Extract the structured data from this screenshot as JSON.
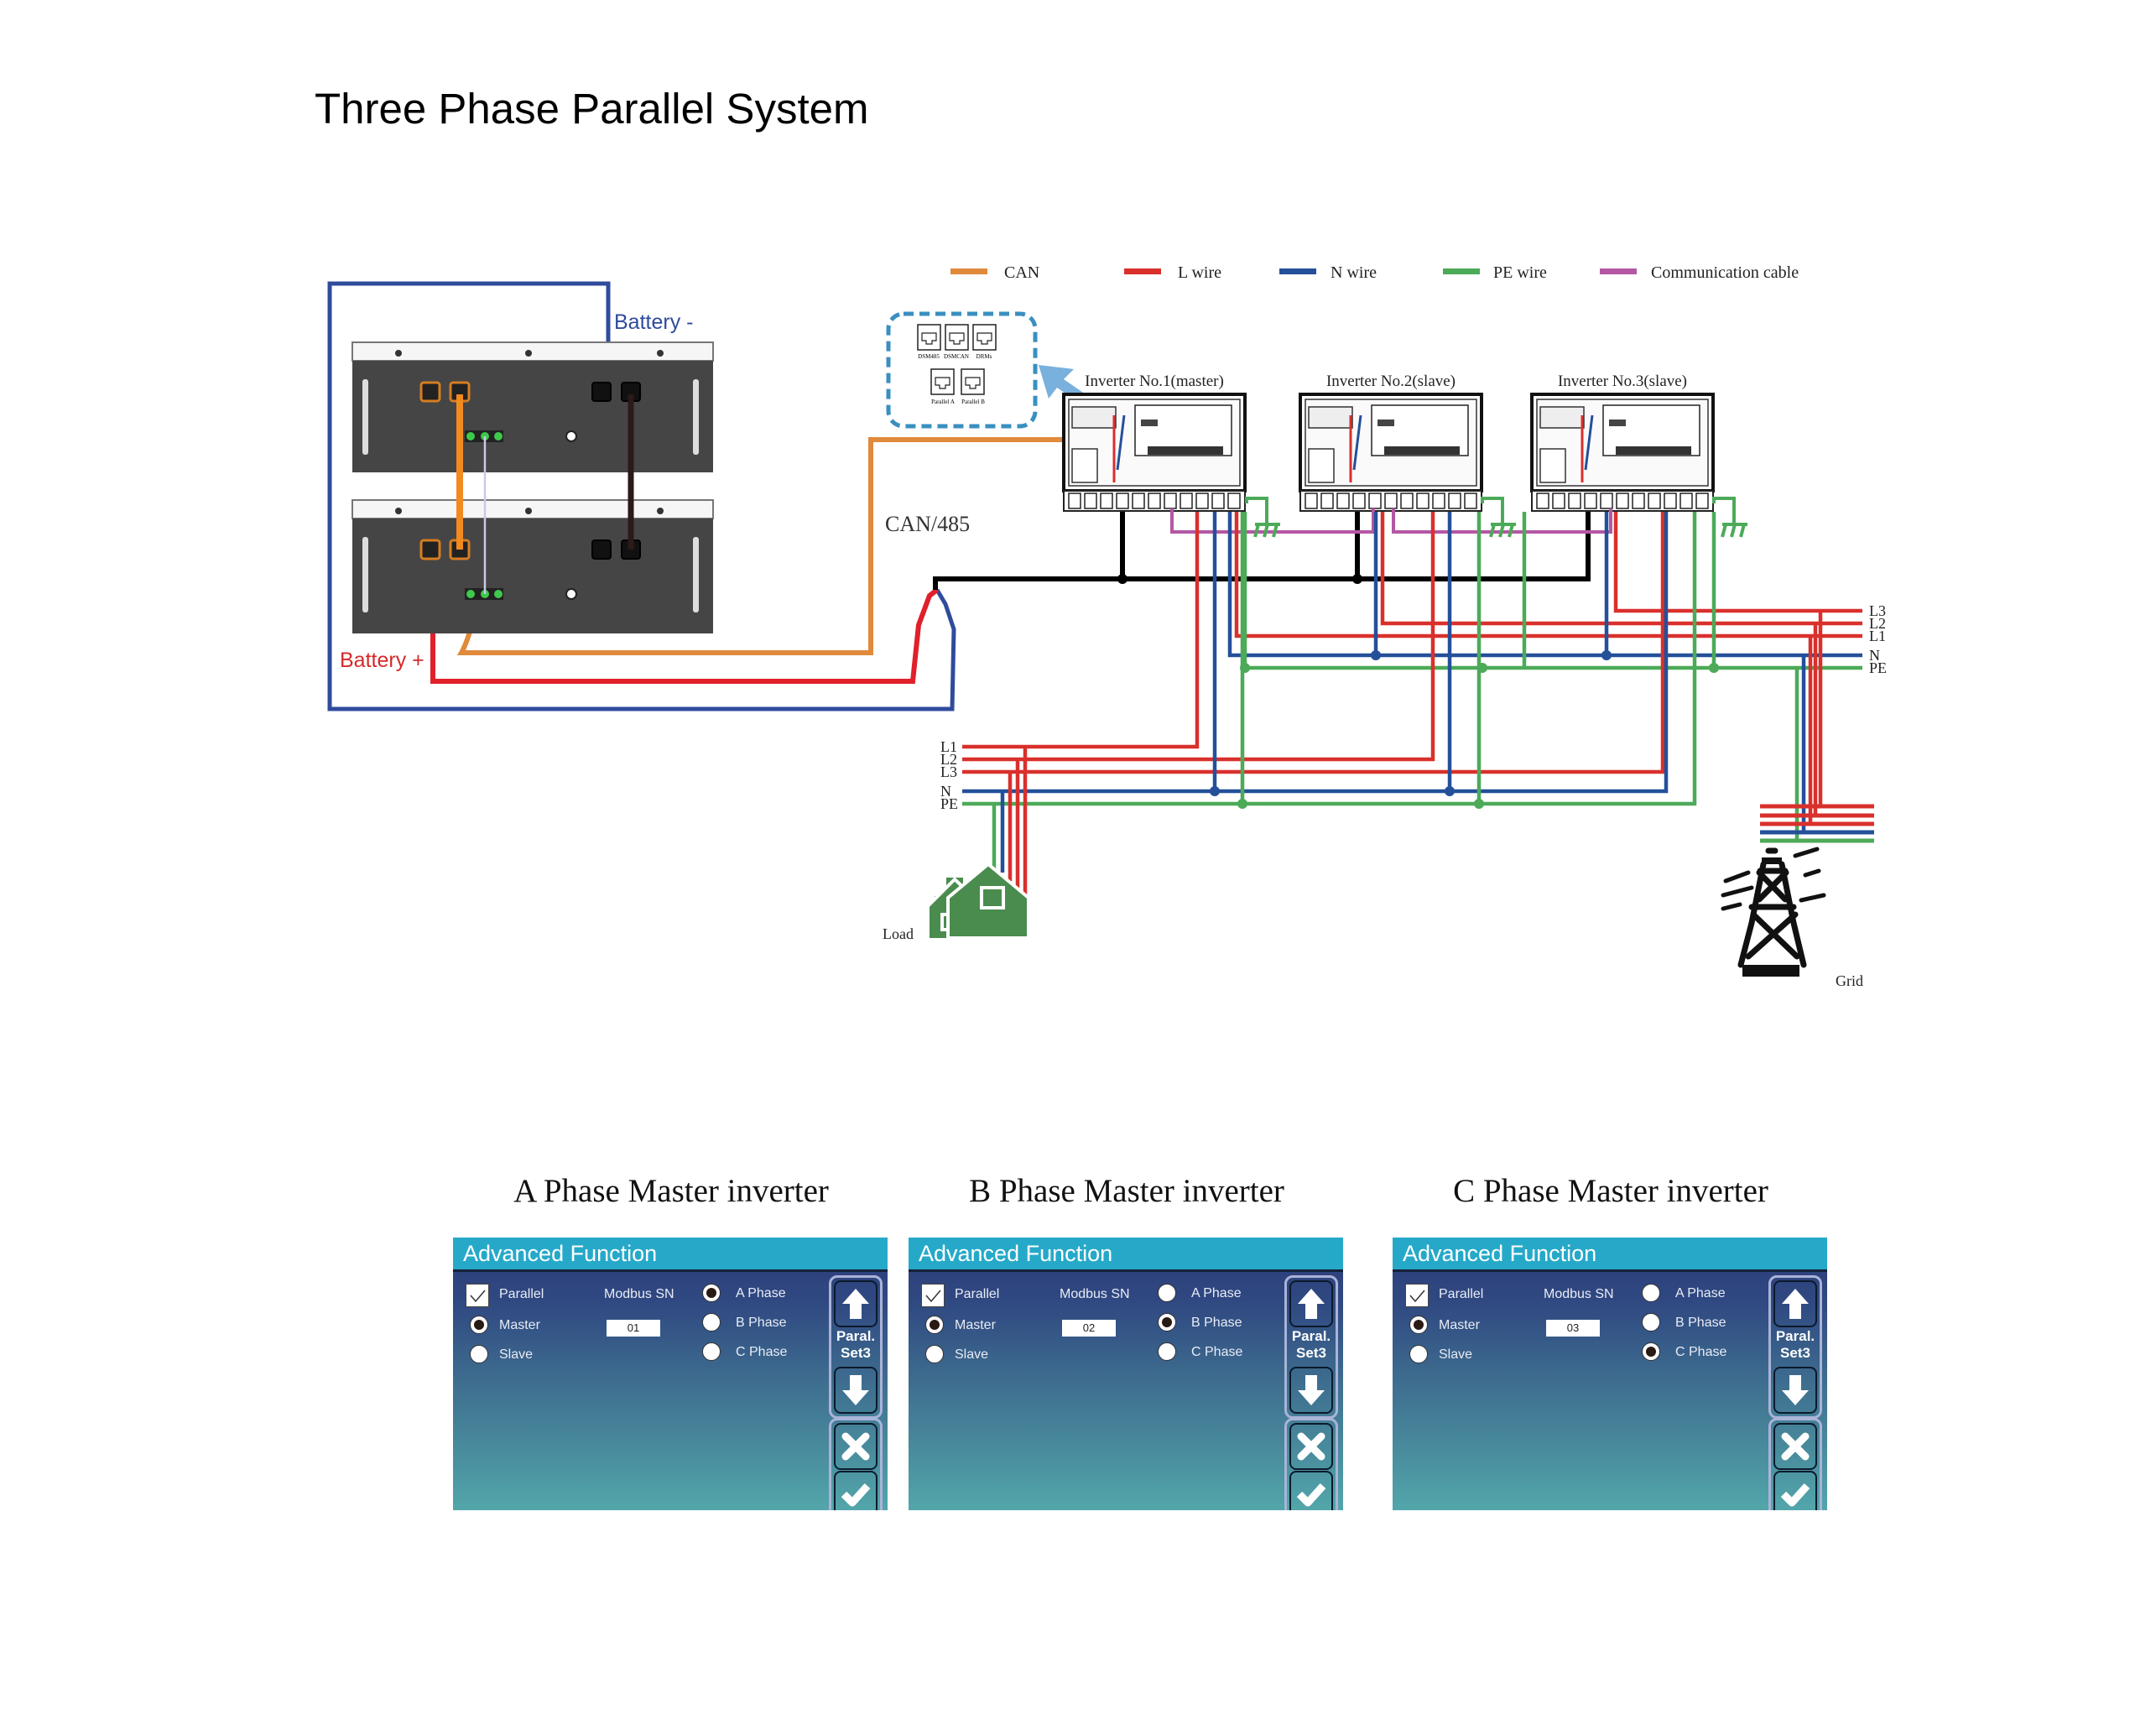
{
  "title": "Three Phase Parallel System",
  "legend": [
    {
      "label": "CAN",
      "color": "#e08a3c"
    },
    {
      "label": "L wire",
      "color": "#d9302c"
    },
    {
      "label": "N wire",
      "color": "#24509a"
    },
    {
      "label": "PE wire",
      "color": "#4caa58"
    },
    {
      "label": "Communication cable",
      "color": "#b457a4"
    }
  ],
  "battery": {
    "negative_label": "Battery -",
    "positive_label": "Battery +"
  },
  "comm_port_box": {
    "ports_top": [
      "DSM485",
      "DSMCAN",
      "DRMs"
    ],
    "ports_bottom": [
      "Parallel A",
      "Parallel B"
    ]
  },
  "can_label": "CAN/485",
  "inverters": [
    {
      "label": "Inverter No.1(master)"
    },
    {
      "label": "Inverter No.2(slave)"
    },
    {
      "label": "Inverter No.3(slave)"
    }
  ],
  "grid_bus_labels": [
    "L3",
    "L2",
    "L1",
    "N",
    "PE"
  ],
  "load_bus_labels": [
    "L1",
    "L2",
    "L3",
    "N",
    "PE"
  ],
  "load_label": "Load",
  "grid_label": "Grid",
  "colors": {
    "can": "#e08a3c",
    "l_wire": "#d9302c",
    "n_wire": "#24509a",
    "pe_wire": "#4caa58",
    "comm": "#b457a4",
    "battery_cable_blue": "#2f4b9c",
    "battery_cable_red": "#e0202a",
    "port_box_border": "#3a8fc0",
    "panel_header": "#26a9c9"
  },
  "panels": [
    {
      "caption": "A Phase Master inverter",
      "header": "Advanced Function",
      "parallel_label": "Parallel",
      "parallel_checked": true,
      "master_label": "Master",
      "slave_label": "Slave",
      "role": "Master",
      "modbus_label": "Modbus SN",
      "modbus_sn": "01",
      "phases": [
        "A Phase",
        "B Phase",
        "C Phase"
      ],
      "selected_phase": "A Phase",
      "side_label_1": "Paral.",
      "side_label_2": "Set3"
    },
    {
      "caption": "B Phase Master inverter",
      "header": "Advanced Function",
      "parallel_label": "Parallel",
      "parallel_checked": true,
      "master_label": "Master",
      "slave_label": "Slave",
      "role": "Master",
      "modbus_label": "Modbus SN",
      "modbus_sn": "02",
      "phases": [
        "A Phase",
        "B Phase",
        "C Phase"
      ],
      "selected_phase": "B Phase",
      "side_label_1": "Paral.",
      "side_label_2": "Set3"
    },
    {
      "caption": "C Phase Master inverter",
      "header": "Advanced Function",
      "parallel_label": "Parallel",
      "parallel_checked": true,
      "master_label": "Master",
      "slave_label": "Slave",
      "role": "Master",
      "modbus_label": "Modbus SN",
      "modbus_sn": "03",
      "phases": [
        "A Phase",
        "B Phase",
        "C Phase"
      ],
      "selected_phase": "C Phase",
      "side_label_1": "Paral.",
      "side_label_2": "Set3"
    }
  ]
}
